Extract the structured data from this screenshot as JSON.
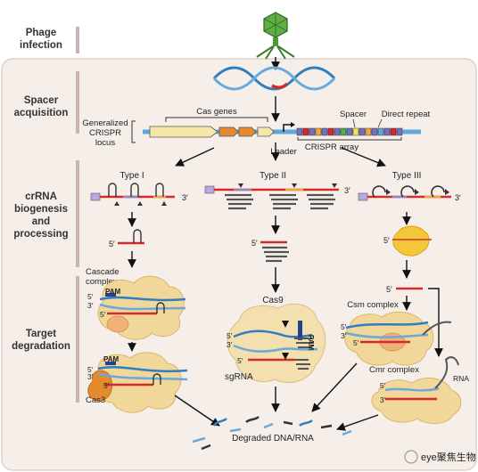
{
  "stages": {
    "phage_infection": "Phage\ninfection",
    "spacer_acquisition": "Spacer\nacquisition",
    "crrna_processing": "crRNA\nbiogenesis\nand\nprocessing",
    "target_degradation": "Target\ndegradation"
  },
  "locus": {
    "generalized_locus": [
      "Generalized",
      "CRISPR",
      "locus"
    ],
    "cas_genes": "Cas genes",
    "spacer": "Spacer",
    "direct_repeat": "Direct repeat",
    "crispr_array": "CRISPR array",
    "leader": "Leader"
  },
  "types": {
    "type1": "Type I",
    "type2": "Type II",
    "type3": "Type III"
  },
  "end_labels": {
    "three_prime": "3′",
    "five_prime": "5′"
  },
  "complexes": {
    "cascade": [
      "Cascade",
      "complex"
    ],
    "cas9": "Cas9",
    "sgrna": "sgRNA",
    "csm": "Csm complex",
    "cmr": "Cmr complex",
    "cas3": "Cas3",
    "pam": "PAM",
    "rna": "RNA"
  },
  "result": "Degraded DNA/RNA",
  "watermark": "eye聚焦生物",
  "colors": {
    "dna_blue": "#2f7fc0",
    "crrna_red": "#d32b2b",
    "protein": "#f1d79a",
    "cas_orange": "#e68a2e",
    "phage_green": "#4e9a3a",
    "divider": "#c9b2b2"
  }
}
